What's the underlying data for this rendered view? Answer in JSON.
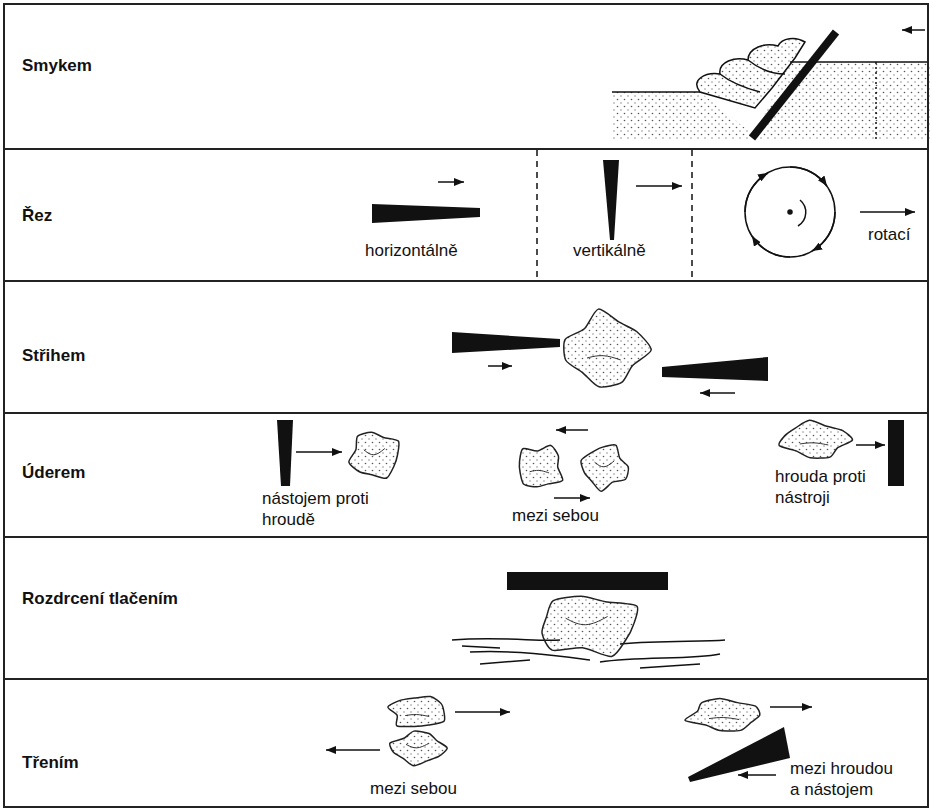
{
  "diagram": {
    "nodes": [
      {
        "text": [
          "Smykem"
        ]
      },
      {
        "text": [
          "Řez",
          "horizontálně",
          "vertikálně",
          "rotací"
        ]
      },
      {
        "text": [
          "Střihem"
        ]
      },
      {
        "text": [
          "Úderem",
          "nástojem proti hroudě",
          "mezi sebou",
          "hrouda proti nástroji"
        ]
      },
      {
        "text": [
          "Rozdrcení tlačením"
        ]
      },
      {
        "text": [
          "Třením",
          "mezi sebou",
          "mezi hroudou a nástojem"
        ]
      }
    ]
  }
}
